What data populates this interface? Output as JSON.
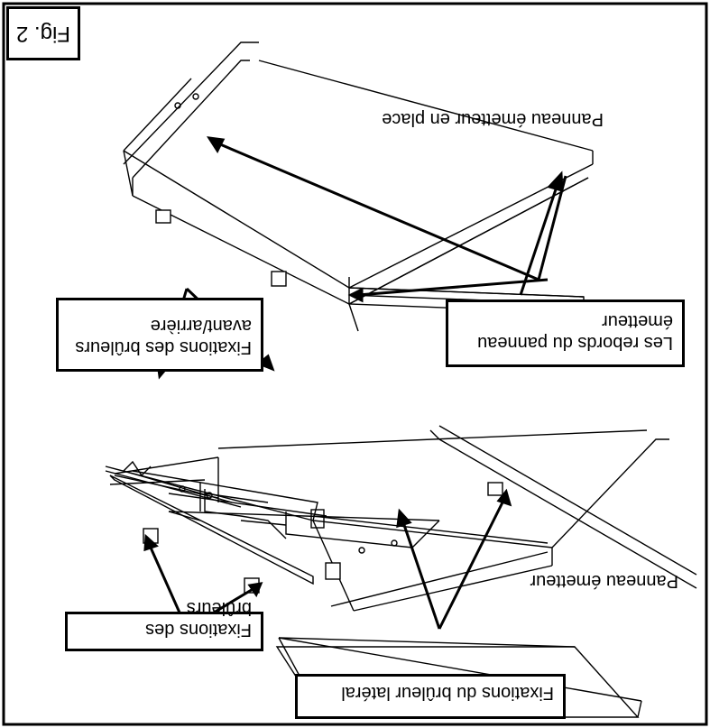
{
  "figure": {
    "label": "Fig. 2"
  },
  "labels": {
    "panel_in_place": "Panneau émetteur en place",
    "panel_edges": "Les rebords du panneau émetteur",
    "front_rear_fixings": "Fixations des brûleurs avant/arrière",
    "burner_fixings": "Fixations des brûleurs",
    "side_burner_fixings": "Fixations du brûleur latéral",
    "emitter_panel": "Panneau émetteur"
  }
}
